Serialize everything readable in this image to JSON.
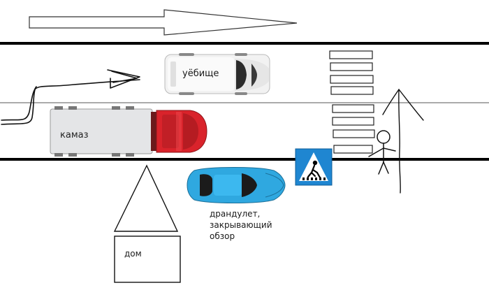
{
  "labels": {
    "van": "уёбище",
    "truck": "камаз",
    "car": "драндулет,\nзакрывающий\nобзор",
    "house": "дом"
  },
  "icons": {
    "direction_arrow": "direction-arrow-icon",
    "crossing_sign": "pedestrian-crossing-sign-icon",
    "pedestrian": "stick-figure-pedestrian-icon",
    "tree": "tree-icon"
  },
  "colors": {
    "road_line": "#000000",
    "van_body": "#f2f2f2",
    "truck_cab": "#d9232b",
    "truck_trailer": "#e4e5e7",
    "car_body": "#2fa8e0",
    "sign_blue": "#1f86d1"
  }
}
